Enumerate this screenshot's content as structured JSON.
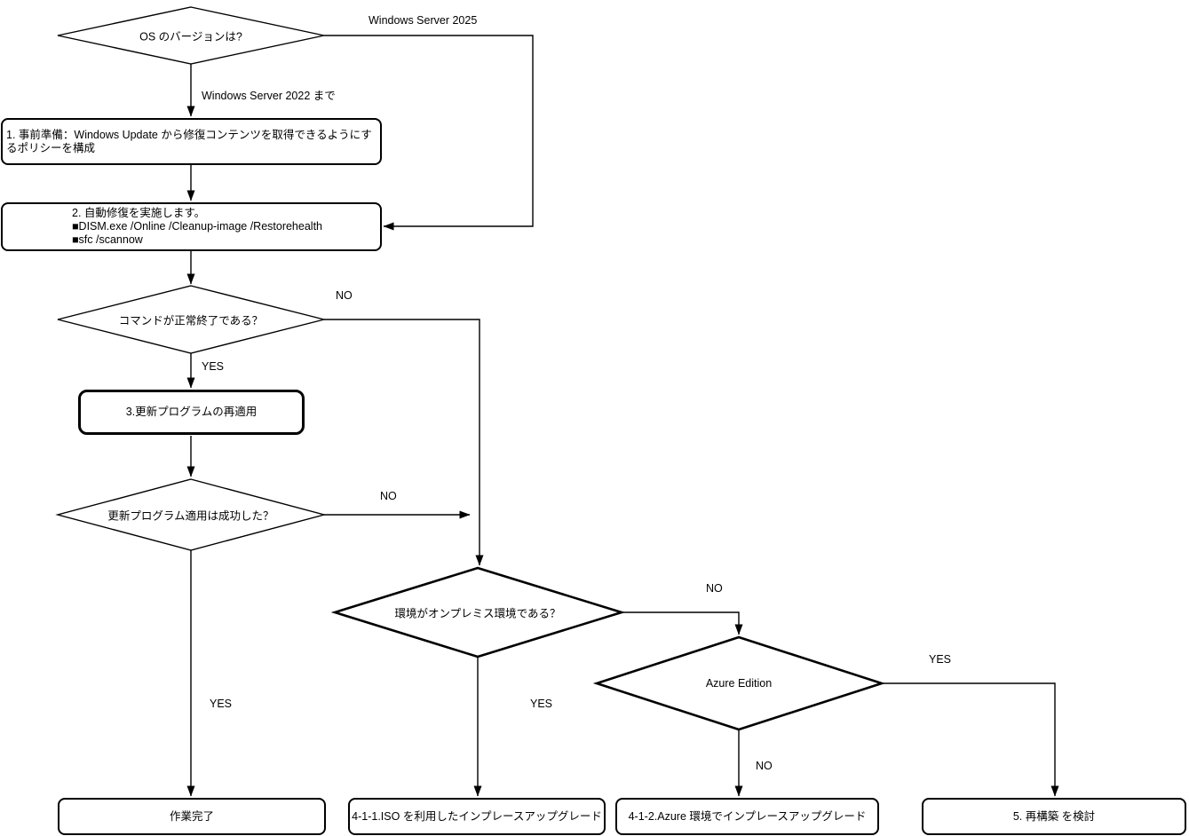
{
  "diagram": {
    "type": "flowchart",
    "colors": {
      "stroke": "#000000",
      "background": "#ffffff",
      "text": "#000000"
    },
    "nodes": {
      "os_version_decision": {
        "shape": "diamond",
        "label": "OS のバージョンは?"
      },
      "step1_prepare": {
        "shape": "rounded-box",
        "label": "1. 事前準備：Windows Update から修復コンテンツを取得できるようにするポリシーを構成"
      },
      "step2_auto_repair": {
        "shape": "rounded-box",
        "line1": "2. 自動修復を実施します。",
        "line2": "■DISM.exe /Online /Cleanup-image /Restorehealth",
        "line3": "■sfc /scannow"
      },
      "command_success_decision": {
        "shape": "diamond",
        "label": "コマンドが正常終了である？"
      },
      "step3_reapply_updates": {
        "shape": "rounded-box",
        "label": "3.更新プログラムの再適用"
      },
      "update_success_decision": {
        "shape": "diamond",
        "label": "更新プログラム適用は成功した？"
      },
      "onprem_decision": {
        "shape": "diamond",
        "label": "環境がオンプレミス環境である？"
      },
      "azure_edition_decision": {
        "shape": "diamond",
        "label": "Azure Edition"
      },
      "work_complete": {
        "shape": "rounded-box",
        "label": "作業完了"
      },
      "iso_inplace_upgrade": {
        "shape": "rounded-box",
        "label": "4-1-1.ISO を利用したインプレースアップグレード"
      },
      "azure_inplace_upgrade": {
        "shape": "rounded-box",
        "label": "4-1-2.Azure 環境でインプレースアップグレード"
      },
      "rebuild_consider": {
        "shape": "rounded-box",
        "label": "5. 再構築 を検討"
      }
    },
    "edges": {
      "os_to_step2": {
        "label": "Windows Server 2025"
      },
      "os_to_step1": {
        "label": "Windows Server 2022 まで"
      },
      "cmd_no": {
        "label": "NO"
      },
      "cmd_yes": {
        "label": "YES"
      },
      "update_no": {
        "label": "NO"
      },
      "update_yes": {
        "label": "YES"
      },
      "onprem_no": {
        "label": "NO"
      },
      "onprem_yes": {
        "label": "YES"
      },
      "azure_yes": {
        "label": "YES"
      },
      "azure_no": {
        "label": "NO"
      }
    }
  }
}
